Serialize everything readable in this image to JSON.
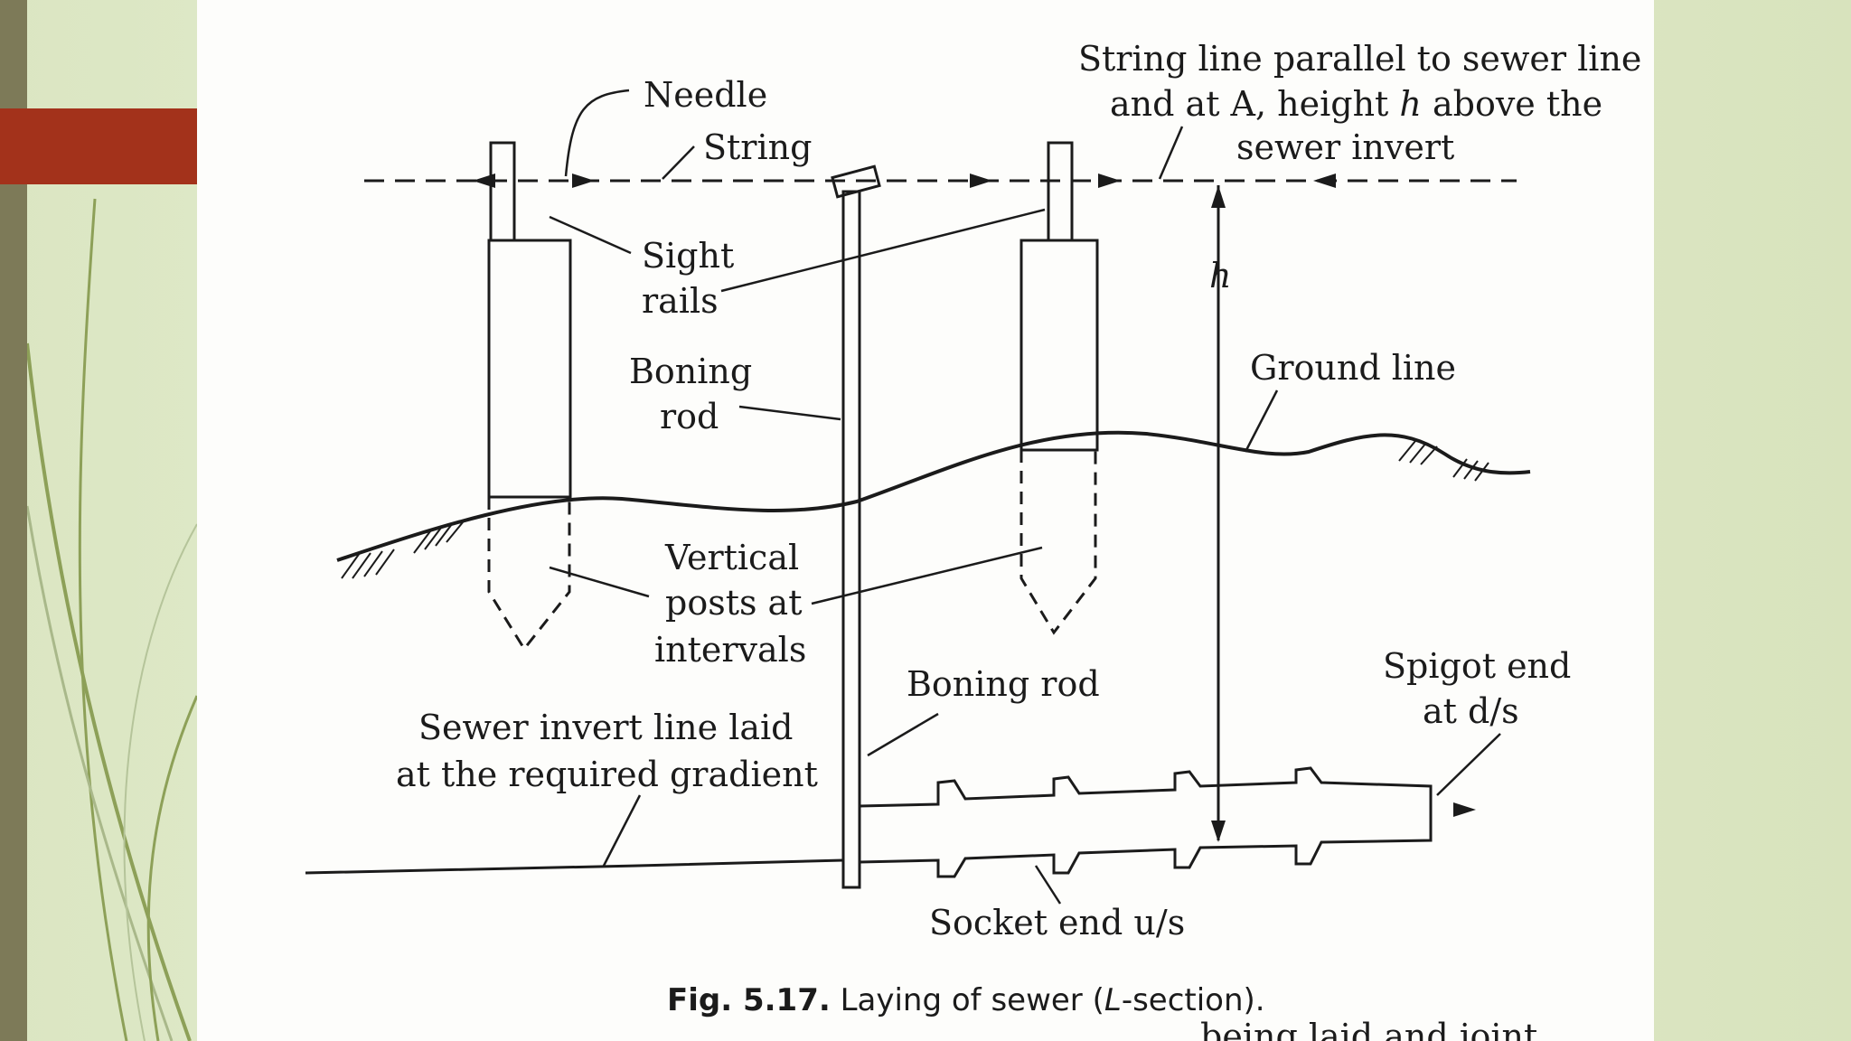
{
  "figure": {
    "labels": {
      "needle": "Needle",
      "string": "String",
      "string_line_1": "String line parallel to sewer line",
      "string_line_2a": "and at A, height ",
      "string_line_2b": "h",
      "string_line_2c": " above the",
      "string_line_3": "sewer invert",
      "sight_1": "Sight",
      "sight_2": "rails",
      "h": "h",
      "boning_rod_1": "Boning",
      "boning_rod_2": "rod",
      "ground_line": "Ground line",
      "vertical_1": "Vertical",
      "vertical_2": "posts at",
      "vertical_3": "intervals",
      "boning_rod_lower": "Boning rod",
      "spigot_1": "Spigot end",
      "spigot_2": "at d/s",
      "sewer_invert_1": "Sewer invert line laid",
      "sewer_invert_2": "at the required gradient",
      "socket": "Socket end u/s"
    },
    "caption_bold": "Fig. 5.17.",
    "caption_text": " Laying of sewer (",
    "caption_italic": "L",
    "caption_end": "-section).",
    "cut_off_text": "being laid and joint"
  },
  "colors": {
    "accent_red": "#a3321b",
    "stripe": "#7d7a58",
    "background": "#dfe8c8",
    "ink": "#1b1b1b"
  }
}
